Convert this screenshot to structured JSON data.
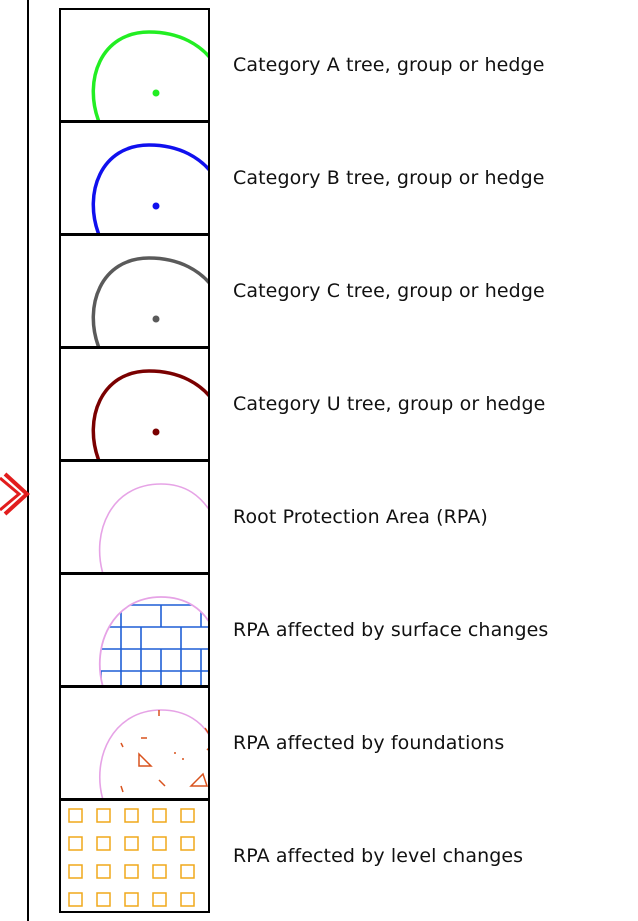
{
  "legend": {
    "items": [
      {
        "key": "category-a",
        "label": "Category A tree, group or hedge",
        "color": "#22ee22",
        "symbol": "tree-canopy-icon"
      },
      {
        "key": "category-b",
        "label": "Category B tree, group or hedge",
        "color": "#1010ee",
        "symbol": "tree-canopy-icon"
      },
      {
        "key": "category-c",
        "label": "Category C tree, group or hedge",
        "color": "#5a5a5a",
        "symbol": "tree-canopy-icon"
      },
      {
        "key": "category-u",
        "label": "Category U tree, group or hedge",
        "color": "#7a0000",
        "symbol": "tree-canopy-icon"
      },
      {
        "key": "rpa",
        "label": "Root Protection Area (RPA)",
        "color": "#e6a3e6",
        "symbol": "rpa-outline-icon"
      },
      {
        "key": "rpa-surface",
        "label": "RPA affected by surface changes",
        "color": "#1f5fd6",
        "symbol": "brick-hatch-icon"
      },
      {
        "key": "rpa-foundations",
        "label": "RPA affected by foundations",
        "color": "#d9531e",
        "symbol": "foundation-hatch-icon"
      },
      {
        "key": "rpa-levels",
        "label": "RPA affected by level changes",
        "color": "#f0a81a",
        "symbol": "square-grid-icon"
      }
    ]
  }
}
